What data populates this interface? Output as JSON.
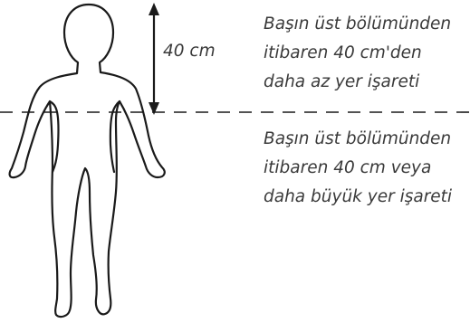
{
  "measure": {
    "label": "40 cm"
  },
  "captions": {
    "above": {
      "lines": [
        "Başın üst bölümünden",
        "itibaren 40 cm'den",
        "daha az yer işareti"
      ]
    },
    "below": {
      "lines": [
        "Başın üst bölümünden",
        "itibaren 40 cm veya",
        "daha büyük yer işareti"
      ]
    }
  },
  "colors": {
    "stroke": "#1a1a1a",
    "text": "#3a3a3a",
    "background": "#ffffff"
  }
}
